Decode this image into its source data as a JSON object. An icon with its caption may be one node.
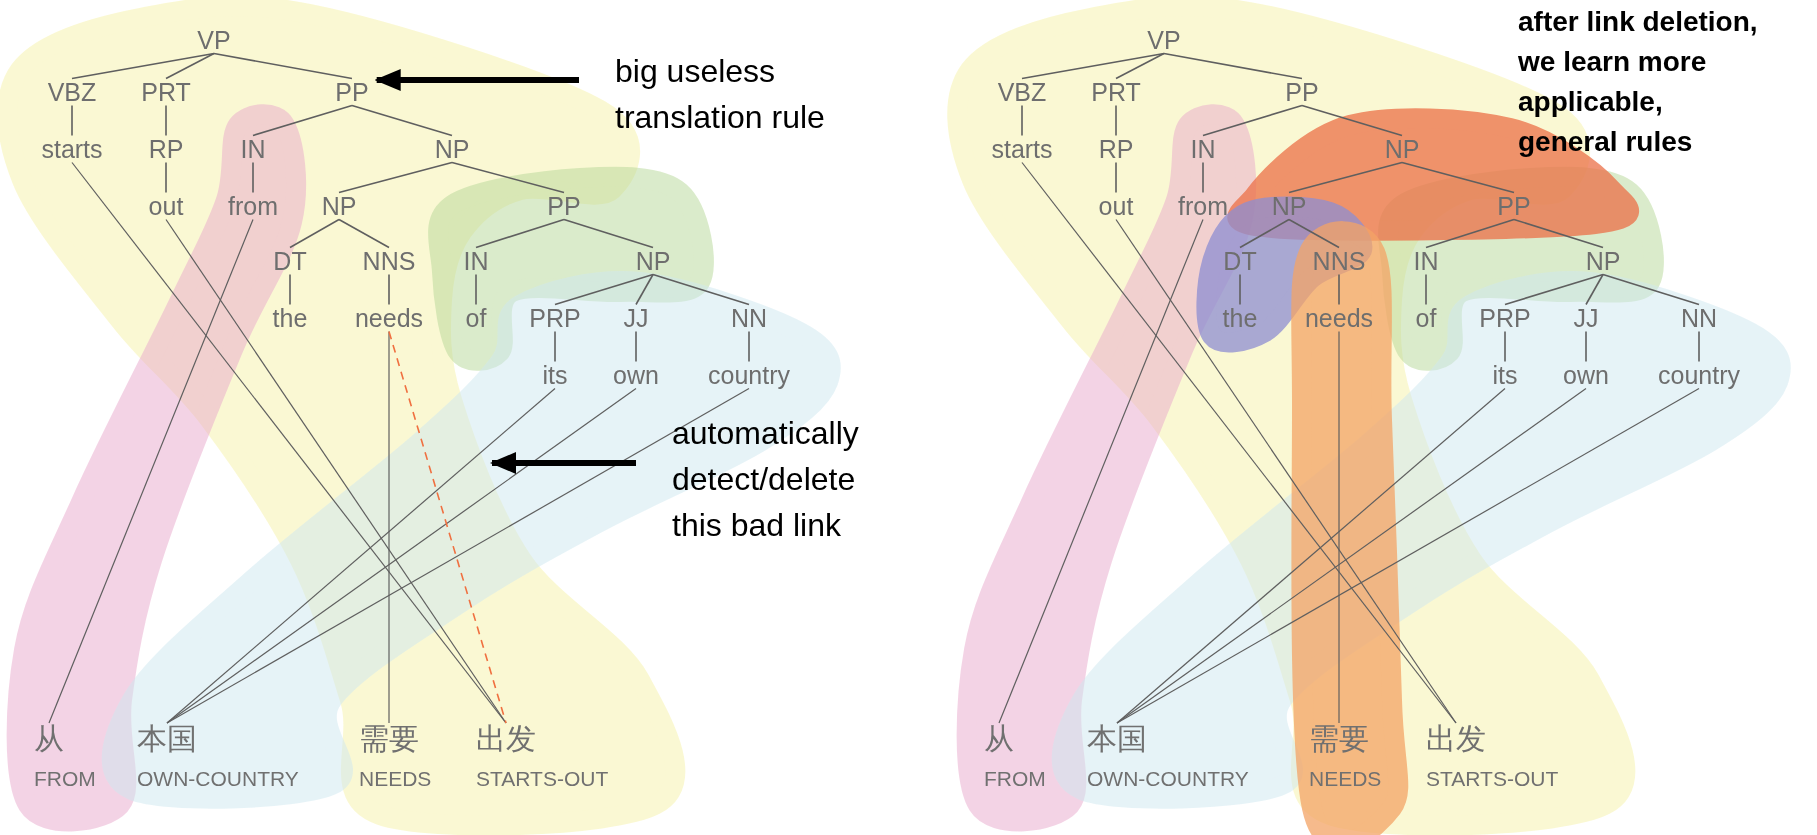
{
  "diagram": {
    "nodes": [
      {
        "text": [
          "VP"
        ]
      },
      {
        "text": [
          "VBZ"
        ]
      },
      {
        "text": [
          "PRT"
        ]
      },
      {
        "text": [
          "PP"
        ]
      },
      {
        "text": [
          "starts"
        ]
      },
      {
        "text": [
          "RP"
        ]
      },
      {
        "text": [
          "IN"
        ]
      },
      {
        "text": [
          "NP"
        ]
      },
      {
        "text": [
          "out"
        ]
      },
      {
        "text": [
          "from"
        ]
      },
      {
        "text": [
          "NP"
        ]
      },
      {
        "text": [
          "PP"
        ]
      },
      {
        "text": [
          "DT"
        ]
      },
      {
        "text": [
          "NNS"
        ]
      },
      {
        "text": [
          "IN"
        ]
      },
      {
        "text": [
          "NP"
        ]
      },
      {
        "text": [
          "the"
        ]
      },
      {
        "text": [
          "needs"
        ]
      },
      {
        "text": [
          "of"
        ]
      },
      {
        "text": [
          "PRP"
        ]
      },
      {
        "text": [
          "JJ"
        ]
      },
      {
        "text": [
          "NN"
        ]
      },
      {
        "text": [
          "its"
        ]
      },
      {
        "text": [
          "own"
        ]
      },
      {
        "text": [
          "country"
        ]
      },
      {
        "text": [
          "从"
        ],
        "beside": [
          "FROM"
        ]
      },
      {
        "text": [
          "本国"
        ],
        "beside": [
          "OWN-COUNTRY"
        ]
      },
      {
        "text": [
          "需要"
        ],
        "beside": [
          "NEEDS"
        ]
      },
      {
        "text": [
          "出发"
        ],
        "beside": [
          "STARTS-OUT"
        ]
      },
      {
        "text": [
          "big useless translation rule"
        ]
      },
      {
        "text": [
          "automatically detect/delete this bad link"
        ]
      },
      {
        "text": [
          "VP"
        ]
      },
      {
        "text": [
          "VBZ"
        ]
      },
      {
        "text": [
          "PRT"
        ]
      },
      {
        "text": [
          "PP"
        ]
      },
      {
        "text": [
          "starts"
        ]
      },
      {
        "text": [
          "RP"
        ]
      },
      {
        "text": [
          "IN"
        ]
      },
      {
        "text": [
          "NP"
        ]
      },
      {
        "text": [
          "out"
        ]
      },
      {
        "text": [
          "from"
        ]
      },
      {
        "text": [
          "NP"
        ]
      },
      {
        "text": [
          "PP"
        ]
      },
      {
        "text": [
          "DT"
        ]
      },
      {
        "text": [
          "NNS"
        ]
      },
      {
        "text": [
          "IN"
        ]
      },
      {
        "text": [
          "NP"
        ]
      },
      {
        "text": [
          "the"
        ]
      },
      {
        "text": [
          "needs"
        ]
      },
      {
        "text": [
          "of"
        ]
      },
      {
        "text": [
          "PRP"
        ]
      },
      {
        "text": [
          "JJ"
        ]
      },
      {
        "text": [
          "NN"
        ]
      },
      {
        "text": [
          "its"
        ]
      },
      {
        "text": [
          "own"
        ]
      },
      {
        "text": [
          "country"
        ]
      },
      {
        "text": [
          "从"
        ],
        "beside": [
          "FROM"
        ]
      },
      {
        "text": [
          "本国"
        ],
        "beside": [
          "OWN-COUNTRY"
        ]
      },
      {
        "text": [
          "需要"
        ],
        "beside": [
          "NEEDS"
        ]
      },
      {
        "text": [
          "出发"
        ],
        "beside": [
          "STARTS-OUT"
        ]
      },
      {
        "text": [
          "after link deletion, we learn more applicable, general rules"
        ]
      }
    ],
    "edges": [
      {
        "from": 0,
        "to": 1,
        "arrow": "none"
      },
      {
        "from": 0,
        "to": 2,
        "arrow": "none"
      },
      {
        "from": 0,
        "to": 3,
        "arrow": "none"
      },
      {
        "from": 1,
        "to": 4,
        "arrow": "none"
      },
      {
        "from": 2,
        "to": 5,
        "arrow": "none"
      },
      {
        "from": 3,
        "to": 6,
        "arrow": "none"
      },
      {
        "from": 3,
        "to": 7,
        "arrow": "none"
      },
      {
        "from": 5,
        "to": 8,
        "arrow": "none"
      },
      {
        "from": 6,
        "to": 9,
        "arrow": "none"
      },
      {
        "from": 7,
        "to": 10,
        "arrow": "none"
      },
      {
        "from": 7,
        "to": 11,
        "arrow": "none"
      },
      {
        "from": 10,
        "to": 12,
        "arrow": "none"
      },
      {
        "from": 10,
        "to": 13,
        "arrow": "none"
      },
      {
        "from": 11,
        "to": 14,
        "arrow": "none"
      },
      {
        "from": 11,
        "to": 15,
        "arrow": "none"
      },
      {
        "from": 12,
        "to": 16,
        "arrow": "none"
      },
      {
        "from": 13,
        "to": 17,
        "arrow": "none"
      },
      {
        "from": 14,
        "to": 18,
        "arrow": "none"
      },
      {
        "from": 15,
        "to": 19,
        "arrow": "none"
      },
      {
        "from": 15,
        "to": 20,
        "arrow": "none"
      },
      {
        "from": 15,
        "to": 21,
        "arrow": "none"
      },
      {
        "from": 19,
        "to": 22,
        "arrow": "none"
      },
      {
        "from": 20,
        "to": 23,
        "arrow": "none"
      },
      {
        "from": 21,
        "to": 24,
        "arrow": "none"
      },
      {
        "from": 9,
        "to": 25,
        "arrow": "none"
      },
      {
        "from": 22,
        "to": 26,
        "arrow": "none"
      },
      {
        "from": 23,
        "to": 26,
        "arrow": "none"
      },
      {
        "from": 24,
        "to": 26,
        "arrow": "none"
      },
      {
        "from": 17,
        "to": 27,
        "arrow": "none"
      },
      {
        "from": 4,
        "to": 28,
        "arrow": "none"
      },
      {
        "from": 8,
        "to": 28,
        "arrow": "none"
      },
      {
        "from": 17,
        "to": 28,
        "arrow": "none",
        "style": "dashed",
        "color": "#f07040"
      },
      {
        "from": 29,
        "to": 3,
        "arrow": "to",
        "style": "thick",
        "color": "#000000"
      },
      {
        "from": 30,
        "to": null,
        "arrow": "to",
        "style": "thick",
        "color": "#000000"
      },
      {
        "from": 31,
        "to": 32,
        "arrow": "none"
      },
      {
        "from": 31,
        "to": 33,
        "arrow": "none"
      },
      {
        "from": 31,
        "to": 34,
        "arrow": "none"
      },
      {
        "from": 32,
        "to": 35,
        "arrow": "none"
      },
      {
        "from": 33,
        "to": 36,
        "arrow": "none"
      },
      {
        "from": 34,
        "to": 37,
        "arrow": "none"
      },
      {
        "from": 34,
        "to": 38,
        "arrow": "none"
      },
      {
        "from": 36,
        "to": 39,
        "arrow": "none"
      },
      {
        "from": 37,
        "to": 40,
        "arrow": "none"
      },
      {
        "from": 38,
        "to": 41,
        "arrow": "none"
      },
      {
        "from": 38,
        "to": 42,
        "arrow": "none"
      },
      {
        "from": 41,
        "to": 43,
        "arrow": "none"
      },
      {
        "from": 41,
        "to": 44,
        "arrow": "none"
      },
      {
        "from": 42,
        "to": 45,
        "arrow": "none"
      },
      {
        "from": 42,
        "to": 46,
        "arrow": "none"
      },
      {
        "from": 43,
        "to": 47,
        "arrow": "none"
      },
      {
        "from": 44,
        "to": 48,
        "arrow": "none"
      },
      {
        "from": 45,
        "to": 49,
        "arrow": "none"
      },
      {
        "from": 46,
        "to": 50,
        "arrow": "none"
      },
      {
        "from": 46,
        "to": 51,
        "arrow": "none"
      },
      {
        "from": 46,
        "to": 52,
        "arrow": "none"
      },
      {
        "from": 50,
        "to": 53,
        "arrow": "none"
      },
      {
        "from": 51,
        "to": 54,
        "arrow": "none"
      },
      {
        "from": 52,
        "to": 55,
        "arrow": "none"
      },
      {
        "from": 40,
        "to": 56,
        "arrow": "none"
      },
      {
        "from": 53,
        "to": 57,
        "arrow": "none"
      },
      {
        "from": 54,
        "to": 57,
        "arrow": "none"
      },
      {
        "from": 55,
        "to": 57,
        "arrow": "none"
      },
      {
        "from": 48,
        "to": 58,
        "arrow": "none"
      },
      {
        "from": 35,
        "to": 59,
        "arrow": "none"
      },
      {
        "from": 39,
        "to": 59,
        "arrow": "none"
      }
    ]
  }
}
